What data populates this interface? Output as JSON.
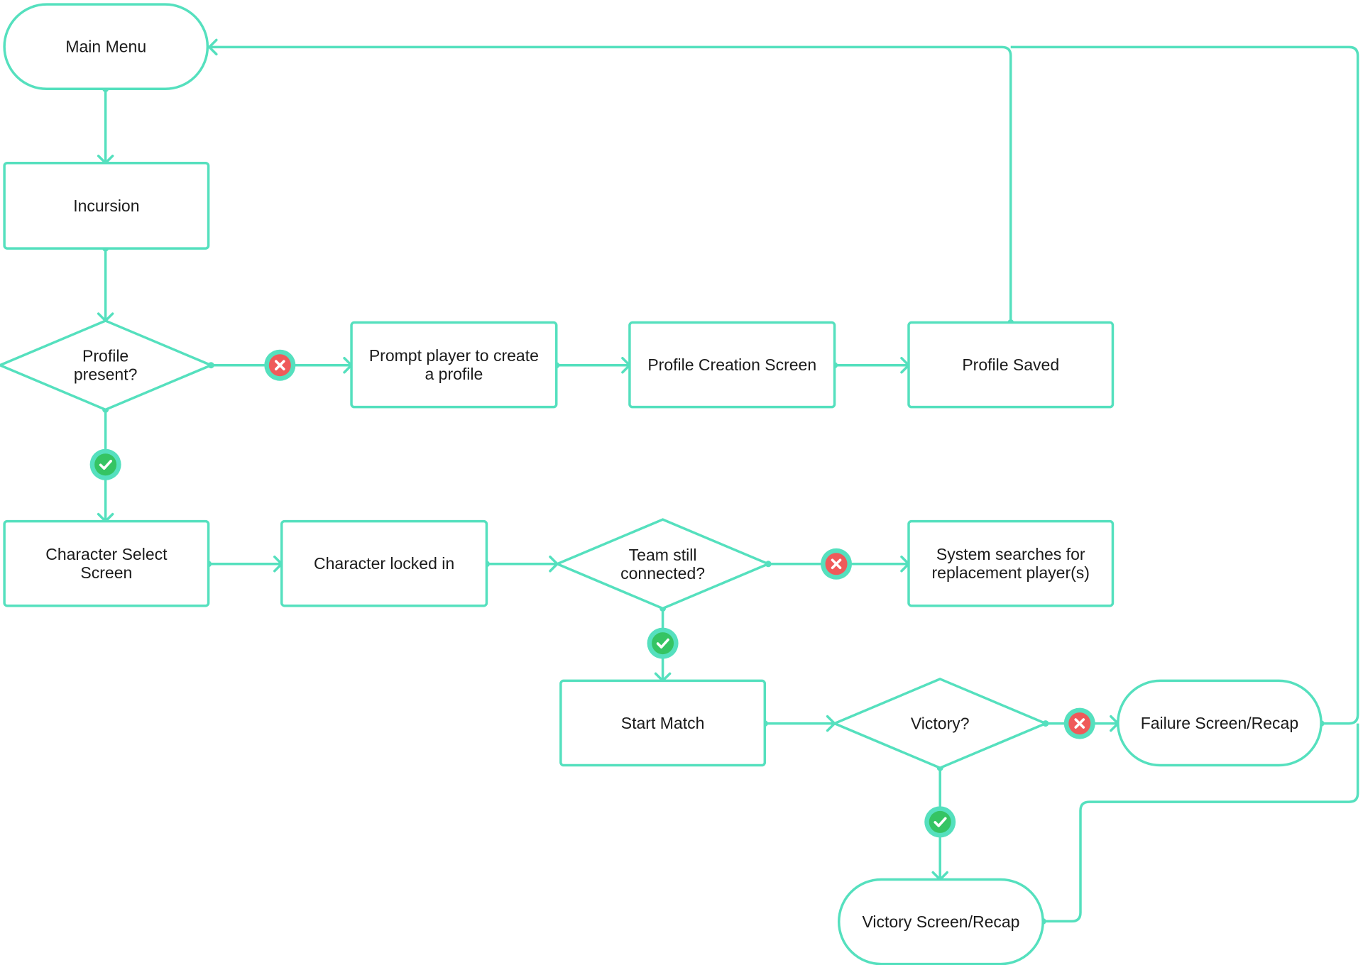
{
  "colors": {
    "line": "#55e0be",
    "yes_badge": "#35c463",
    "no_badge": "#ef5a5a",
    "text": "#1b1b1b"
  },
  "nodes": {
    "main_menu": [
      "Main Menu"
    ],
    "incursion": [
      "Incursion"
    ],
    "profile_present": [
      "Profile",
      "present?"
    ],
    "prompt_profile": [
      "Prompt player to create",
      "a profile"
    ],
    "profile_creation": [
      "Profile Creation Screen"
    ],
    "profile_saved": [
      "Profile Saved"
    ],
    "character_select": [
      "Character Select",
      "Screen"
    ],
    "character_locked": [
      "Character locked in"
    ],
    "team_connected": [
      "Team still",
      "connected?"
    ],
    "system_searches": [
      "System searches for",
      "replacement player(s)"
    ],
    "start_match": [
      "Start Match"
    ],
    "victory": [
      "Victory?"
    ],
    "failure_screen": [
      "Failure Screen/Recap"
    ],
    "victory_screen": [
      "Victory Screen/Recap"
    ]
  },
  "badges": {
    "yes_icon": "check-icon",
    "no_icon": "x-icon"
  }
}
